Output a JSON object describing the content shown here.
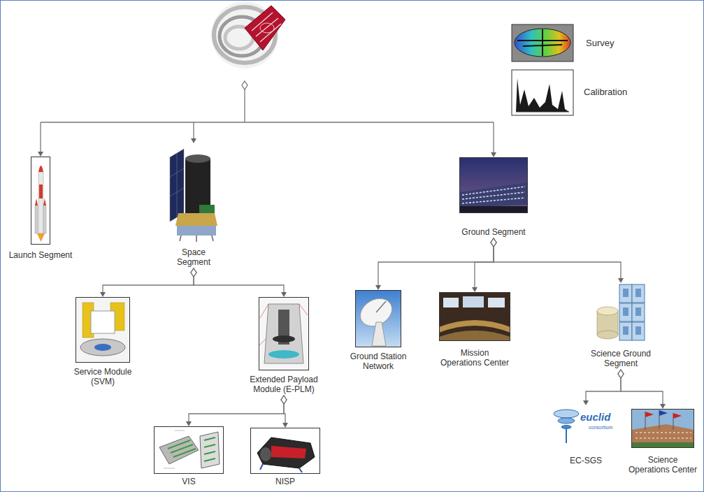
{
  "diagram": {
    "nodes": [
      {
        "text": [
          "Launch Segment"
        ]
      },
      {
        "text": [
          "Space Segment"
        ]
      },
      {
        "text": [
          "Ground Segment"
        ]
      },
      {
        "text": [
          "Service Module (SVM)"
        ]
      },
      {
        "text": [
          "Extended Payload Module (E-PLM)"
        ]
      },
      {
        "text": [
          "Ground Station Network"
        ]
      },
      {
        "text": [
          "Mission Operations Center"
        ]
      },
      {
        "text": [
          "Science Ground Segment"
        ]
      },
      {
        "text": [
          "VIS"
        ]
      },
      {
        "text": [
          "NISP"
        ]
      },
      {
        "text": [
          "EC-SGS"
        ]
      },
      {
        "text": [
          "Science Operations Center"
        ]
      }
    ],
    "edges": [
      {
        "from": 1,
        "to": 3,
        "arrow": "to"
      },
      {
        "from": 1,
        "to": 4,
        "arrow": "to"
      },
      {
        "from": 4,
        "to": 8,
        "arrow": "to"
      },
      {
        "from": 4,
        "to": 9,
        "arrow": "to"
      },
      {
        "from": 2,
        "to": 5,
        "arrow": "to"
      },
      {
        "from": 2,
        "to": 6,
        "arrow": "to"
      },
      {
        "from": 2,
        "to": 7,
        "arrow": "to"
      },
      {
        "from": 7,
        "to": 10,
        "arrow": "to"
      },
      {
        "from": 7,
        "to": 11,
        "arrow": "to"
      }
    ],
    "labels": [
      "euclid",
      "consortium"
    ],
    "legend": [
      {
        "text": "Survey"
      },
      {
        "text": "Calibration"
      }
    ]
  }
}
